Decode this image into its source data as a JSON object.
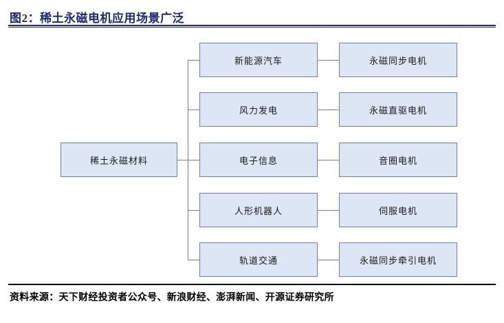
{
  "figure": {
    "title": "图2：稀土永磁电机应用场景广泛",
    "source": "资料来源：天下财经投资者公众号、新浪财经、澎湃新闻、开源证券研究所"
  },
  "colors": {
    "title_text": "#1f2a6e",
    "title_rule": "#1f2a6e",
    "footer_rule": "#000000",
    "node_fill": "#dce6f4",
    "node_border": "#6d82a1",
    "connector": "#6d82a1",
    "node_text": "#1a1a1a",
    "background": "#ffffff"
  },
  "diagram": {
    "type": "tree",
    "orientation": "left-to-right",
    "root": {
      "label": "稀土永磁材料"
    },
    "branches": [
      {
        "application": "新能源汽车",
        "motor": "永磁同步电机"
      },
      {
        "application": "风力发电",
        "motor": "永磁直驱电机"
      },
      {
        "application": "电子信息",
        "motor": "音圈电机"
      },
      {
        "application": "人形机器人",
        "motor": "伺服电机"
      },
      {
        "application": "轨道交通",
        "motor": "永磁同步牵引电机"
      }
    ]
  }
}
